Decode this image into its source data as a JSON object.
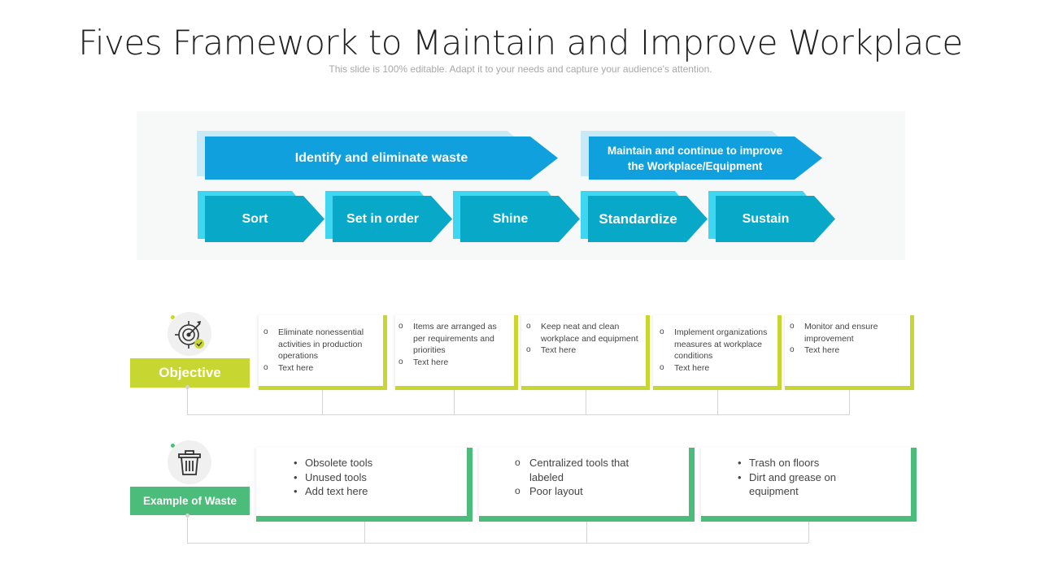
{
  "header": {
    "title": "Fives Framework to Maintain and Improve Workplace",
    "subtitle": "This slide is 100% editable. Adapt it to your needs and capture your audience's attention."
  },
  "phases": [
    {
      "label": "Identify and eliminate waste"
    },
    {
      "label": "Maintain and continue to improve the Workplace/Equipment"
    }
  ],
  "steps": [
    {
      "label": "Sort"
    },
    {
      "label": "Set in order"
    },
    {
      "label": "Shine"
    },
    {
      "label": "Standardize"
    },
    {
      "label": "Sustain"
    }
  ],
  "objective": {
    "label": "Objective",
    "icon": "target-icon",
    "cards": [
      {
        "items": [
          "Eliminate nonessential activities in production operations",
          "Text here"
        ]
      },
      {
        "items": [
          "Items are arranged as per requirements and priorities",
          "Text here"
        ]
      },
      {
        "items": [
          "Keep neat and clean workplace and equipment",
          "Text here"
        ]
      },
      {
        "items": [
          "Implement organizations measures at workplace conditions",
          "Text here"
        ]
      },
      {
        "items": [
          "Monitor and ensure improvement",
          "Text here"
        ]
      }
    ]
  },
  "waste": {
    "label": "Example of Waste",
    "icon": "trash-icon",
    "cards": [
      {
        "items": [
          "Obsolete tools",
          "Unused tools",
          "Add text here"
        ]
      },
      {
        "items": [
          "Centralized tools that labeled",
          "Poor layout"
        ]
      },
      {
        "items": [
          "Trash on floors",
          "Dirt and grease on equipment"
        ]
      }
    ]
  },
  "colors": {
    "phase_blue": "#0fa0dd",
    "step_teal": "#07a8c8",
    "step_shadow": "#3ed6f0",
    "objective_green": "#c7d630",
    "waste_green": "#4cbc7a"
  }
}
